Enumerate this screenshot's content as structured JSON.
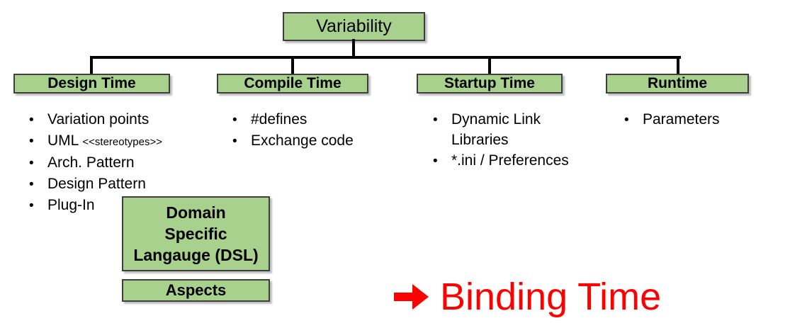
{
  "colors": {
    "box_fill": "#a9d18e",
    "box_border": "#3f3f3f",
    "connector": "#000000",
    "text": "#000000",
    "binding": "#ff0000",
    "background": "#ffffff"
  },
  "root_box": {
    "label": "Variability"
  },
  "columns": [
    {
      "header": "Design Time",
      "items": [
        {
          "main": "Variation points"
        },
        {
          "main": "UML",
          "small": "<<stereotypes>>"
        },
        {
          "main": "Arch. Pattern"
        },
        {
          "main": "Design Pattern"
        },
        {
          "main": "Plug-In"
        }
      ]
    },
    {
      "header": "Compile Time",
      "items": [
        {
          "main": "#defines"
        },
        {
          "main": "Exchange code"
        }
      ]
    },
    {
      "header": "Startup Time",
      "items": [
        {
          "main": "Dynamic Link",
          "line2": "Libraries"
        },
        {
          "main": "*.ini / Preferences"
        }
      ]
    },
    {
      "header": "Runtime",
      "items": [
        {
          "main": "Parameters"
        }
      ]
    }
  ],
  "dsl_box": {
    "line1": "Domain",
    "line2": "Specific",
    "line3": "Langauge (DSL)"
  },
  "aspects_box": {
    "label": "Aspects"
  },
  "footer": {
    "arrow_icon": "right-arrow",
    "label": "Binding Time"
  }
}
